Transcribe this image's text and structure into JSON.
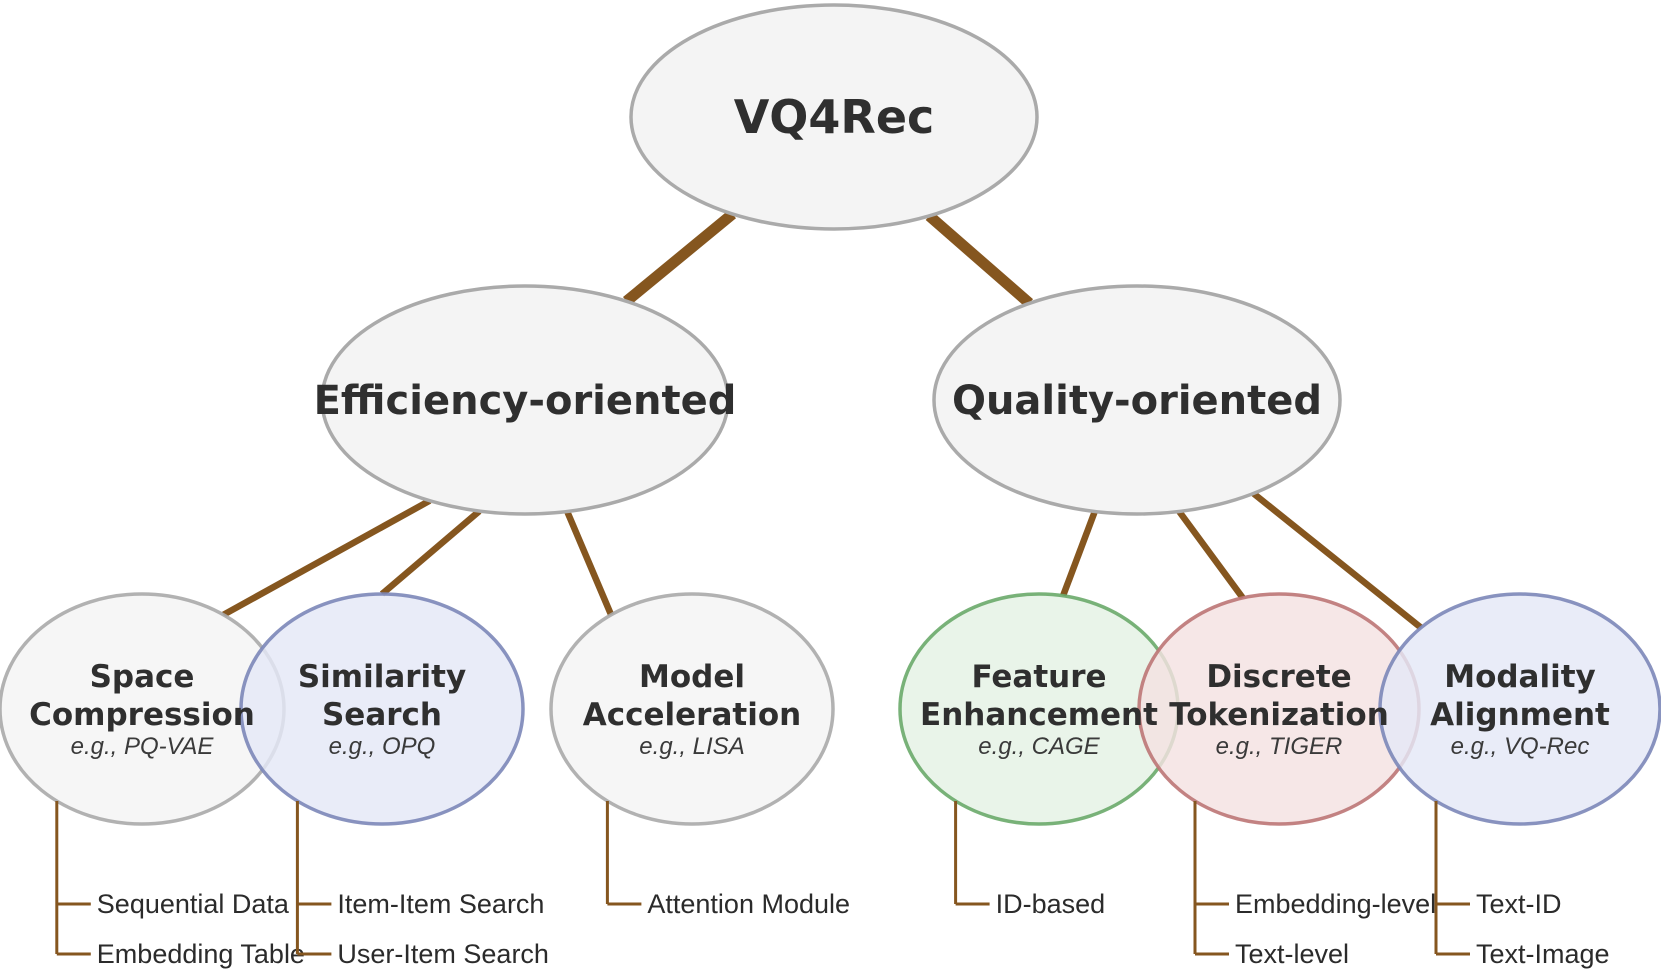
{
  "colors": {
    "edge": "#85561f",
    "node_stroke_default": "#aaaaaa",
    "node_fill_default": "#f4f4f4",
    "node_stroke_blue": "#7c87b8",
    "node_fill_blue": "#e4e8f6",
    "node_stroke_green": "#6aaa6a",
    "node_fill_green": "#e4f2e4",
    "node_stroke_red": "#bd7676",
    "node_fill_red": "#f4e2e2"
  },
  "root": {
    "label": "VQ4Rec"
  },
  "categories": [
    {
      "label": "Efficiency-oriented",
      "children": [
        {
          "title": [
            "Space",
            "Compression"
          ],
          "example": "e.g., PQ-VAE",
          "style": "default",
          "leaves": [
            "Sequential Data",
            "Embedding Table"
          ]
        },
        {
          "title": [
            "Similarity",
            "Search"
          ],
          "example": "e.g., OPQ",
          "style": "blue",
          "leaves": [
            "Item-Item Search",
            "User-Item Search"
          ]
        },
        {
          "title": [
            "Model",
            "Acceleration"
          ],
          "example": "e.g., LISA",
          "style": "default",
          "leaves": [
            "Attention Module"
          ]
        }
      ]
    },
    {
      "label": "Quality-oriented",
      "children": [
        {
          "title": [
            "Feature",
            "Enhancement"
          ],
          "example": "e.g., CAGE",
          "style": "green",
          "leaves": [
            "ID-based"
          ]
        },
        {
          "title": [
            "Discrete",
            "Tokenization"
          ],
          "example": "e.g., TIGER",
          "style": "red",
          "leaves": [
            "Embedding-level",
            "Text-level"
          ]
        },
        {
          "title": [
            "Modality",
            "Alignment"
          ],
          "example": "e.g., VQ-Rec",
          "style": "blue",
          "leaves": [
            "Text-ID",
            "Text-Image"
          ]
        }
      ]
    }
  ]
}
